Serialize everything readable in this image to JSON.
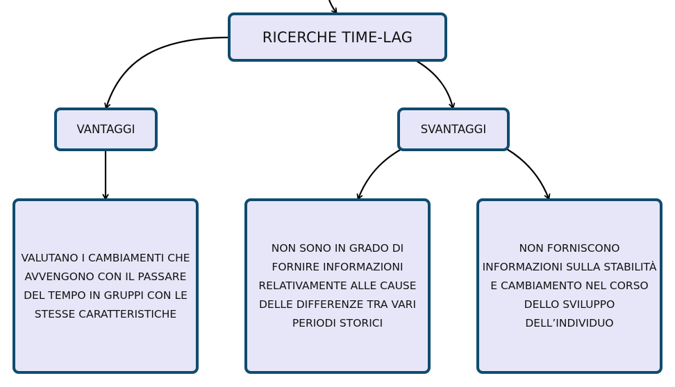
{
  "diagram": {
    "root": {
      "label": "RICERCHE TIME-LAG"
    },
    "branches": [
      {
        "label": "VANTAGGI",
        "children": [
          {
            "text": "VALUTANO I CAMBIAMENTI CHE AVVENGONO CON IL PASSARE DEL TEMPO IN GRUPPI CON LE STESSE CARATTERISTICHE"
          }
        ]
      },
      {
        "label": "SVANTAGGI",
        "children": [
          {
            "text": "NON SONO IN GRADO DI FORNIRE INFORMAZIONI RELATIVAMENTE ALLE CAUSE DELLE DIFFERENZE TRA VARI PERIODI STORICI"
          },
          {
            "text": "NON FORNISCONO INFORMAZIONI SULLA STABILITÀ E CAMBIAMENTO NEL CORSO DELLO SVILUPPO DELL’INDIVIDUO"
          }
        ]
      }
    ]
  },
  "colors": {
    "node_fill": "#e6e6f8",
    "node_border": "#0f4c6e",
    "connector": "#000000"
  }
}
